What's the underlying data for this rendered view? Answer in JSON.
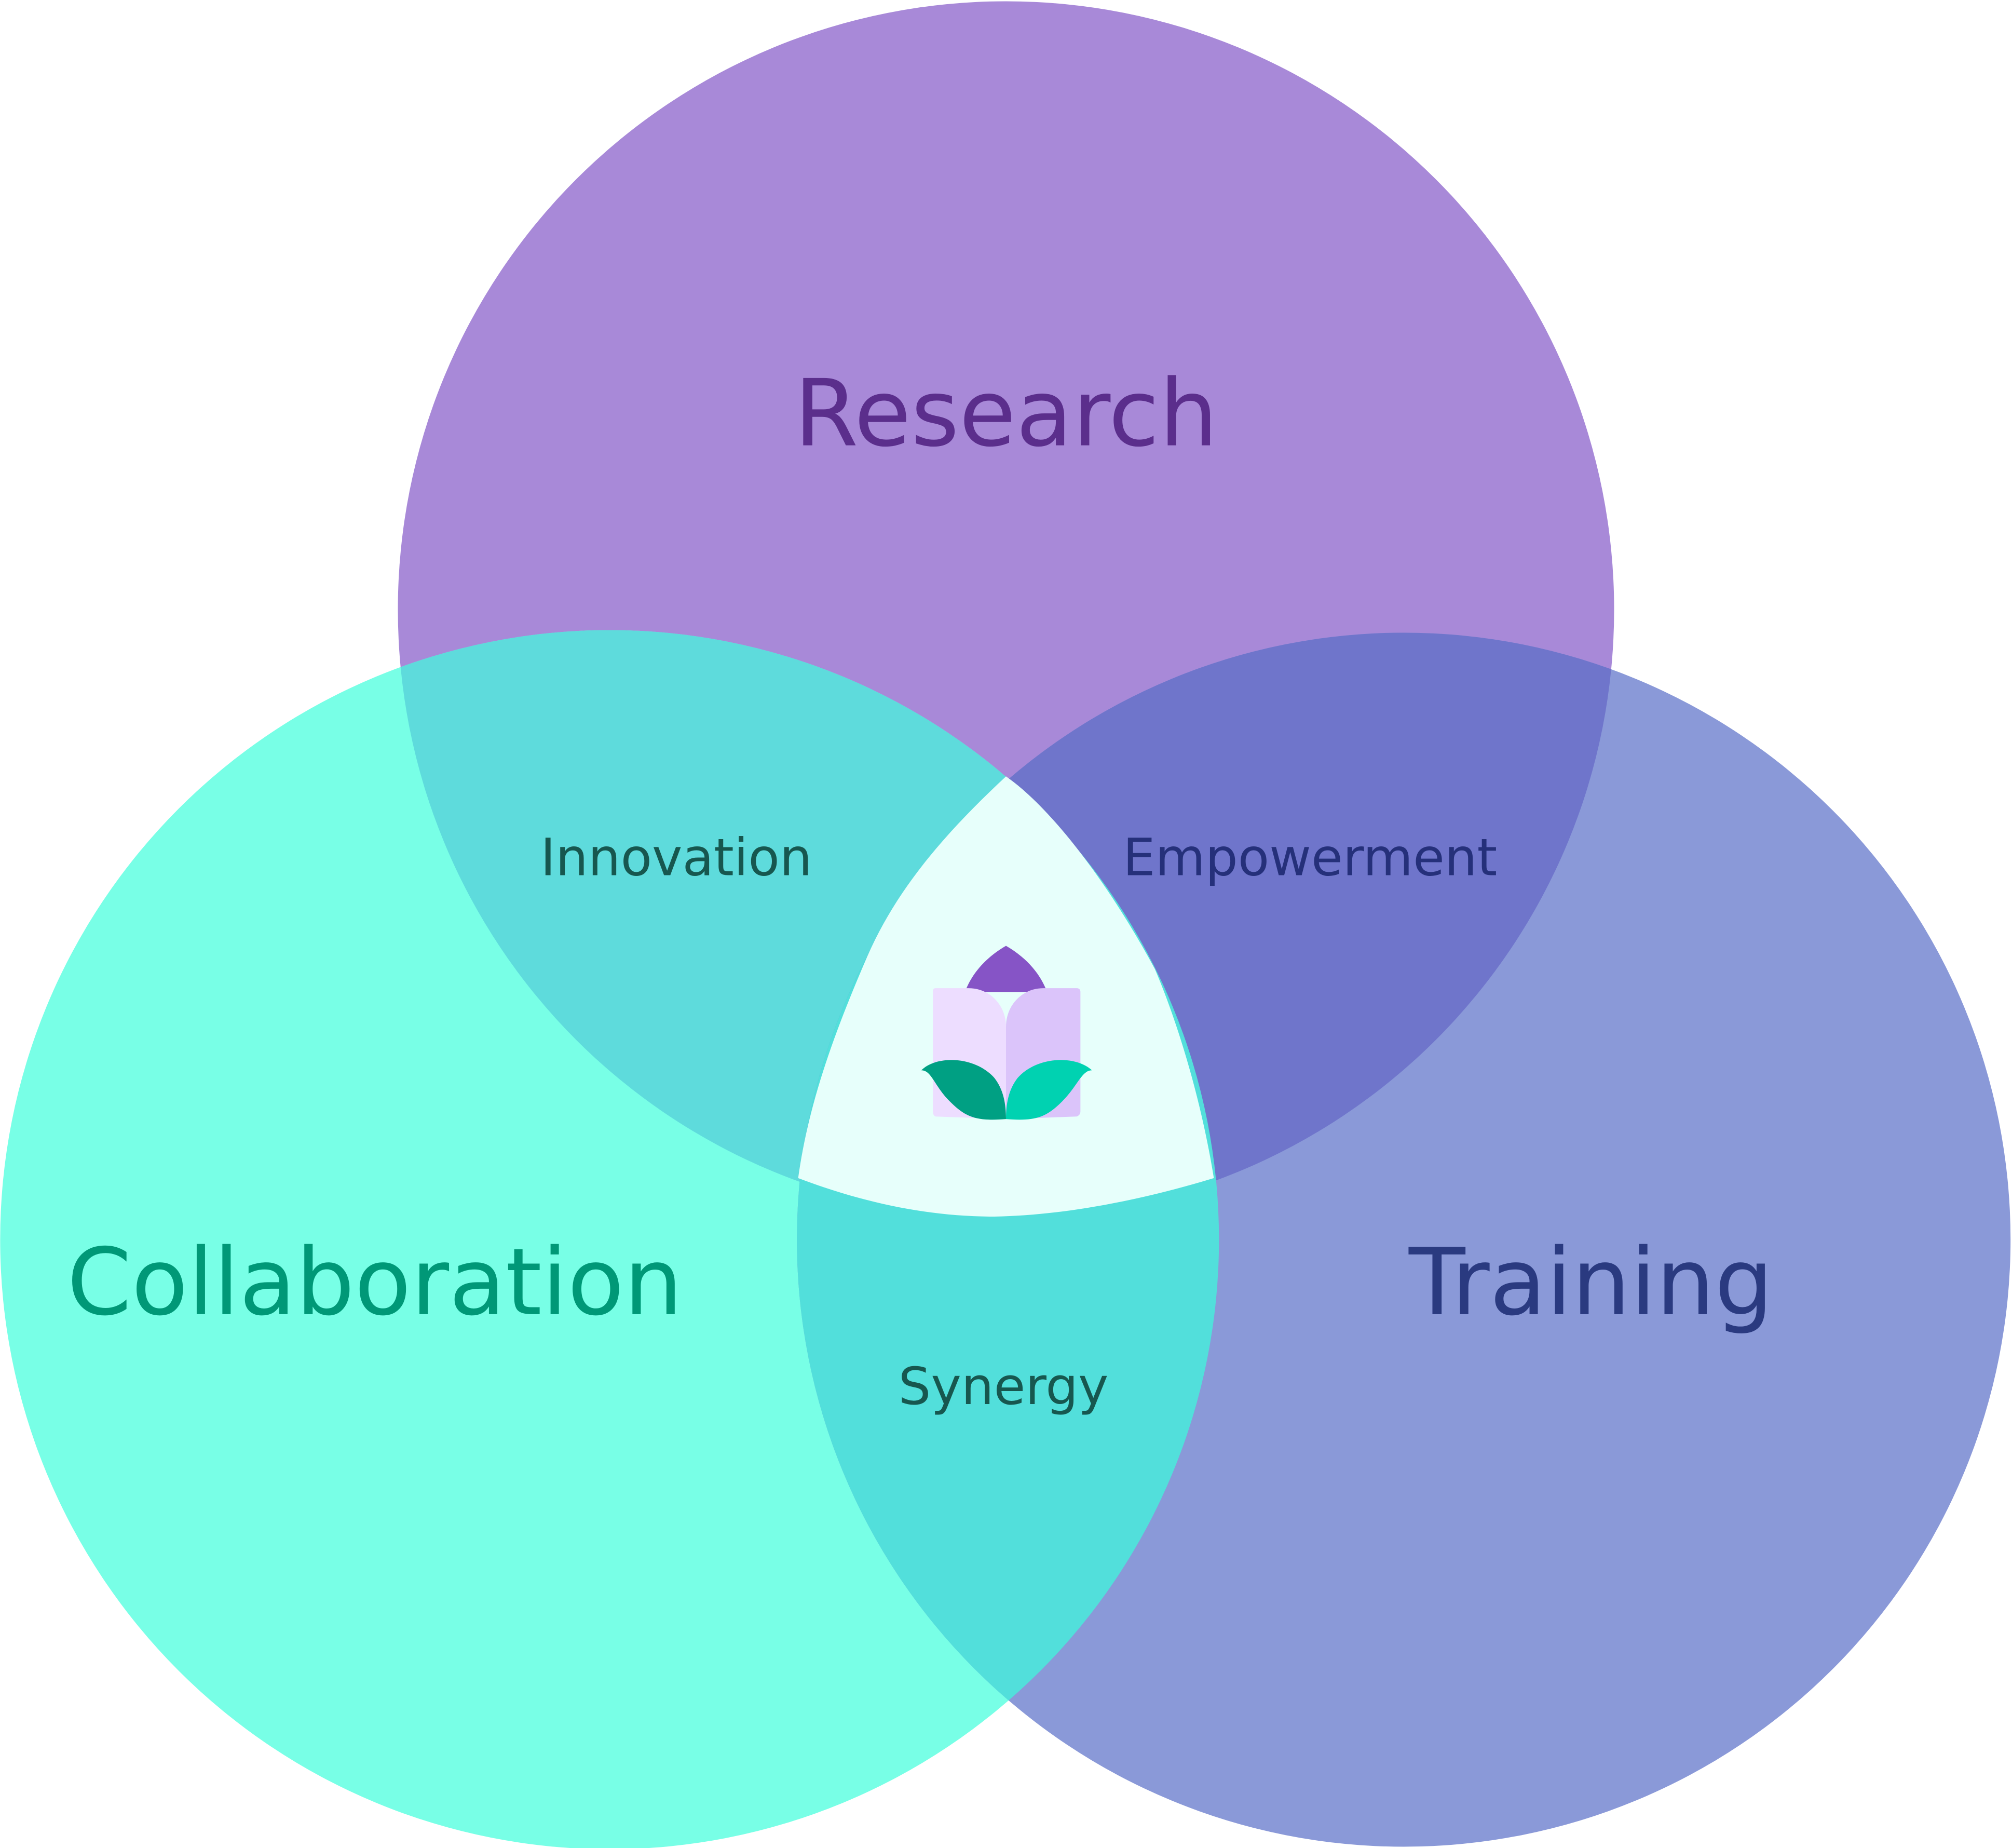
{
  "title": "Research, Collaboration and Training Venn diagram",
  "sets": [
    {
      "id": "research",
      "label": "Research",
      "color": "#A889D8",
      "text_color": "#5B2E8C"
    },
    {
      "id": "collaboration",
      "label": "Collaboration",
      "color": "#78FFE6",
      "text_color": "#009877"
    },
    {
      "id": "training",
      "label": "Training",
      "color": "#8A99D8",
      "text_color": "#2A3A80"
    }
  ],
  "intersections": [
    {
      "sets": [
        "research",
        "collaboration"
      ],
      "label": "Innovation",
      "color": "#5EDBDC",
      "text_color": "#17574F"
    },
    {
      "sets": [
        "research",
        "training"
      ],
      "label": "Empowerment",
      "color": "#6F75CB",
      "text_color": "#25307A"
    },
    {
      "sets": [
        "collaboration",
        "training"
      ],
      "label": "Synergy",
      "color": "#52DFDB",
      "text_color": "#17574F"
    },
    {
      "sets": [
        "research",
        "collaboration",
        "training"
      ],
      "label": "",
      "color": "#E7FFFB",
      "icon": "lotus-book-icon"
    }
  ]
}
